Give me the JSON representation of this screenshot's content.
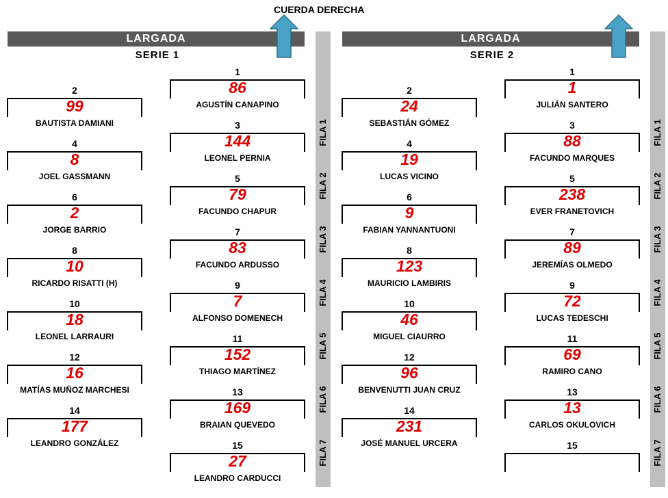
{
  "header": {
    "cuerda": "CUERDA DERECHA"
  },
  "colors": {
    "banner": "#595959",
    "arrow": "#4aa3c4",
    "number": "#e00000",
    "fila_bar": "#bfbfbf"
  },
  "series": [
    {
      "largada": "LARGADA",
      "title": "SERIE 1",
      "fila_labels": [
        "FILA 1",
        "FILA 2",
        "FILA 3",
        "FILA 4",
        "FILA 5",
        "FILA 6",
        "FILA 7"
      ],
      "grid": [
        {
          "pos": "1",
          "num": "86",
          "name": "AGUSTÍN CANAPINO"
        },
        {
          "pos": "2",
          "num": "99",
          "name": "BAUTISTA DAMIANI"
        },
        {
          "pos": "3",
          "num": "144",
          "name": "LEONEL PERNIA"
        },
        {
          "pos": "4",
          "num": "8",
          "name": "JOEL GASSMANN"
        },
        {
          "pos": "5",
          "num": "79",
          "name": "FACUNDO CHAPUR"
        },
        {
          "pos": "6",
          "num": "2",
          "name": "JORGE BARRIO"
        },
        {
          "pos": "7",
          "num": "83",
          "name": "FACUNDO ARDUSSO"
        },
        {
          "pos": "8",
          "num": "10",
          "name": "RICARDO RISATTI (H)"
        },
        {
          "pos": "9",
          "num": "7",
          "name": "ALFONSO DOMENECH"
        },
        {
          "pos": "10",
          "num": "18",
          "name": "LEONEL LARRAURI"
        },
        {
          "pos": "11",
          "num": "152",
          "name": "THIAGO MARTÍNEZ"
        },
        {
          "pos": "12",
          "num": "16",
          "name": "MATÍAS MUÑOZ MARCHESI"
        },
        {
          "pos": "13",
          "num": "169",
          "name": "BRAIAN QUEVEDO"
        },
        {
          "pos": "14",
          "num": "177",
          "name": "LEANDRO GONZÁLEZ"
        },
        {
          "pos": "15",
          "num": "27",
          "name": "LEANDRO CARDUCCI"
        }
      ]
    },
    {
      "largada": "LARGADA",
      "title": "SERIE 2",
      "fila_labels": [
        "FILA 1",
        "FILA 2",
        "FILA 3",
        "FILA 4",
        "FILA 5",
        "FILA 6",
        "FILA 7"
      ],
      "grid": [
        {
          "pos": "1",
          "num": "1",
          "name": "JULIÁN SANTERO"
        },
        {
          "pos": "2",
          "num": "24",
          "name": "SEBASTIÁN GÓMEZ"
        },
        {
          "pos": "3",
          "num": "88",
          "name": "FACUNDO MARQUES"
        },
        {
          "pos": "4",
          "num": "19",
          "name": "LUCAS VICINO"
        },
        {
          "pos": "5",
          "num": "238",
          "name": "EVER FRANETOVICH"
        },
        {
          "pos": "6",
          "num": "9",
          "name": "FABIAN YANNANTUONI"
        },
        {
          "pos": "7",
          "num": "89",
          "name": "JEREMÍAS OLMEDO"
        },
        {
          "pos": "8",
          "num": "123",
          "name": "MAURICIO LAMBIRIS"
        },
        {
          "pos": "9",
          "num": "72",
          "name": "LUCAS TEDESCHI"
        },
        {
          "pos": "10",
          "num": "46",
          "name": "MIGUEL CIAURRO"
        },
        {
          "pos": "11",
          "num": "69",
          "name": "RAMIRO CANO"
        },
        {
          "pos": "12",
          "num": "96",
          "name": "BENVENUTTI JUAN CRUZ"
        },
        {
          "pos": "13",
          "num": "13",
          "name": "CARLOS OKULOVICH"
        },
        {
          "pos": "14",
          "num": "231",
          "name": "JOSÉ MANUEL URCERA"
        },
        {
          "pos": "15",
          "num": "",
          "name": ""
        }
      ]
    }
  ]
}
